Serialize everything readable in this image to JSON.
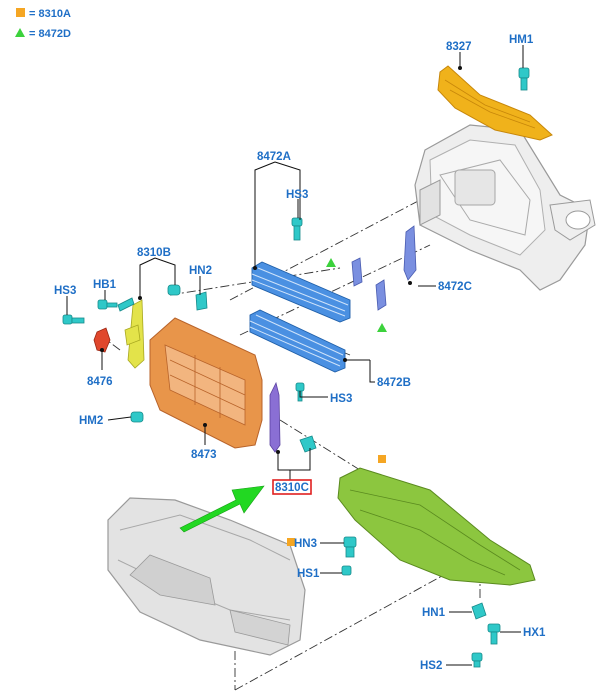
{
  "legend": [
    {
      "marker": "square",
      "color": "#f5a623",
      "text": "= 8310A"
    },
    {
      "marker": "triangle",
      "color": "#3cd23c",
      "text": "= 8472D"
    }
  ],
  "labels": {
    "p8327": "8327",
    "hm1_top": "HM1",
    "p8472a": "8472A",
    "hs3_mid": "HS3",
    "p8310b": "8310B",
    "hn2": "HN2",
    "hb1": "HB1",
    "hs3_left": "HS3",
    "p8472c": "8472C",
    "p8476": "8476",
    "hm2": "HM2",
    "p8473": "8473",
    "p8472b": "8472B",
    "hs3_low": "HS3",
    "p8310c": "8310C",
    "hn3": "HN3",
    "hs1": "HS1",
    "hn1": "HN1",
    "hx1": "HX1",
    "hs2": "HS2"
  },
  "colors": {
    "label_blue": "#1f6fc6",
    "highlight_red": "#e02020",
    "arrow_green": "#22d822",
    "fastener_cyan": "#2fc8c8",
    "upper_shield_yellow": "#f0b21b",
    "shutter_blue": "#4a90e2",
    "frame_orange": "#e8954a",
    "bracket_yellow": "#e3e34a",
    "seal_purple": "#8a6fd4",
    "splash_shield_green": "#8cc63f",
    "clip_red": "#e0472c",
    "bumper_gray": "#d8d8d8"
  },
  "highlighted_part": "8310C"
}
